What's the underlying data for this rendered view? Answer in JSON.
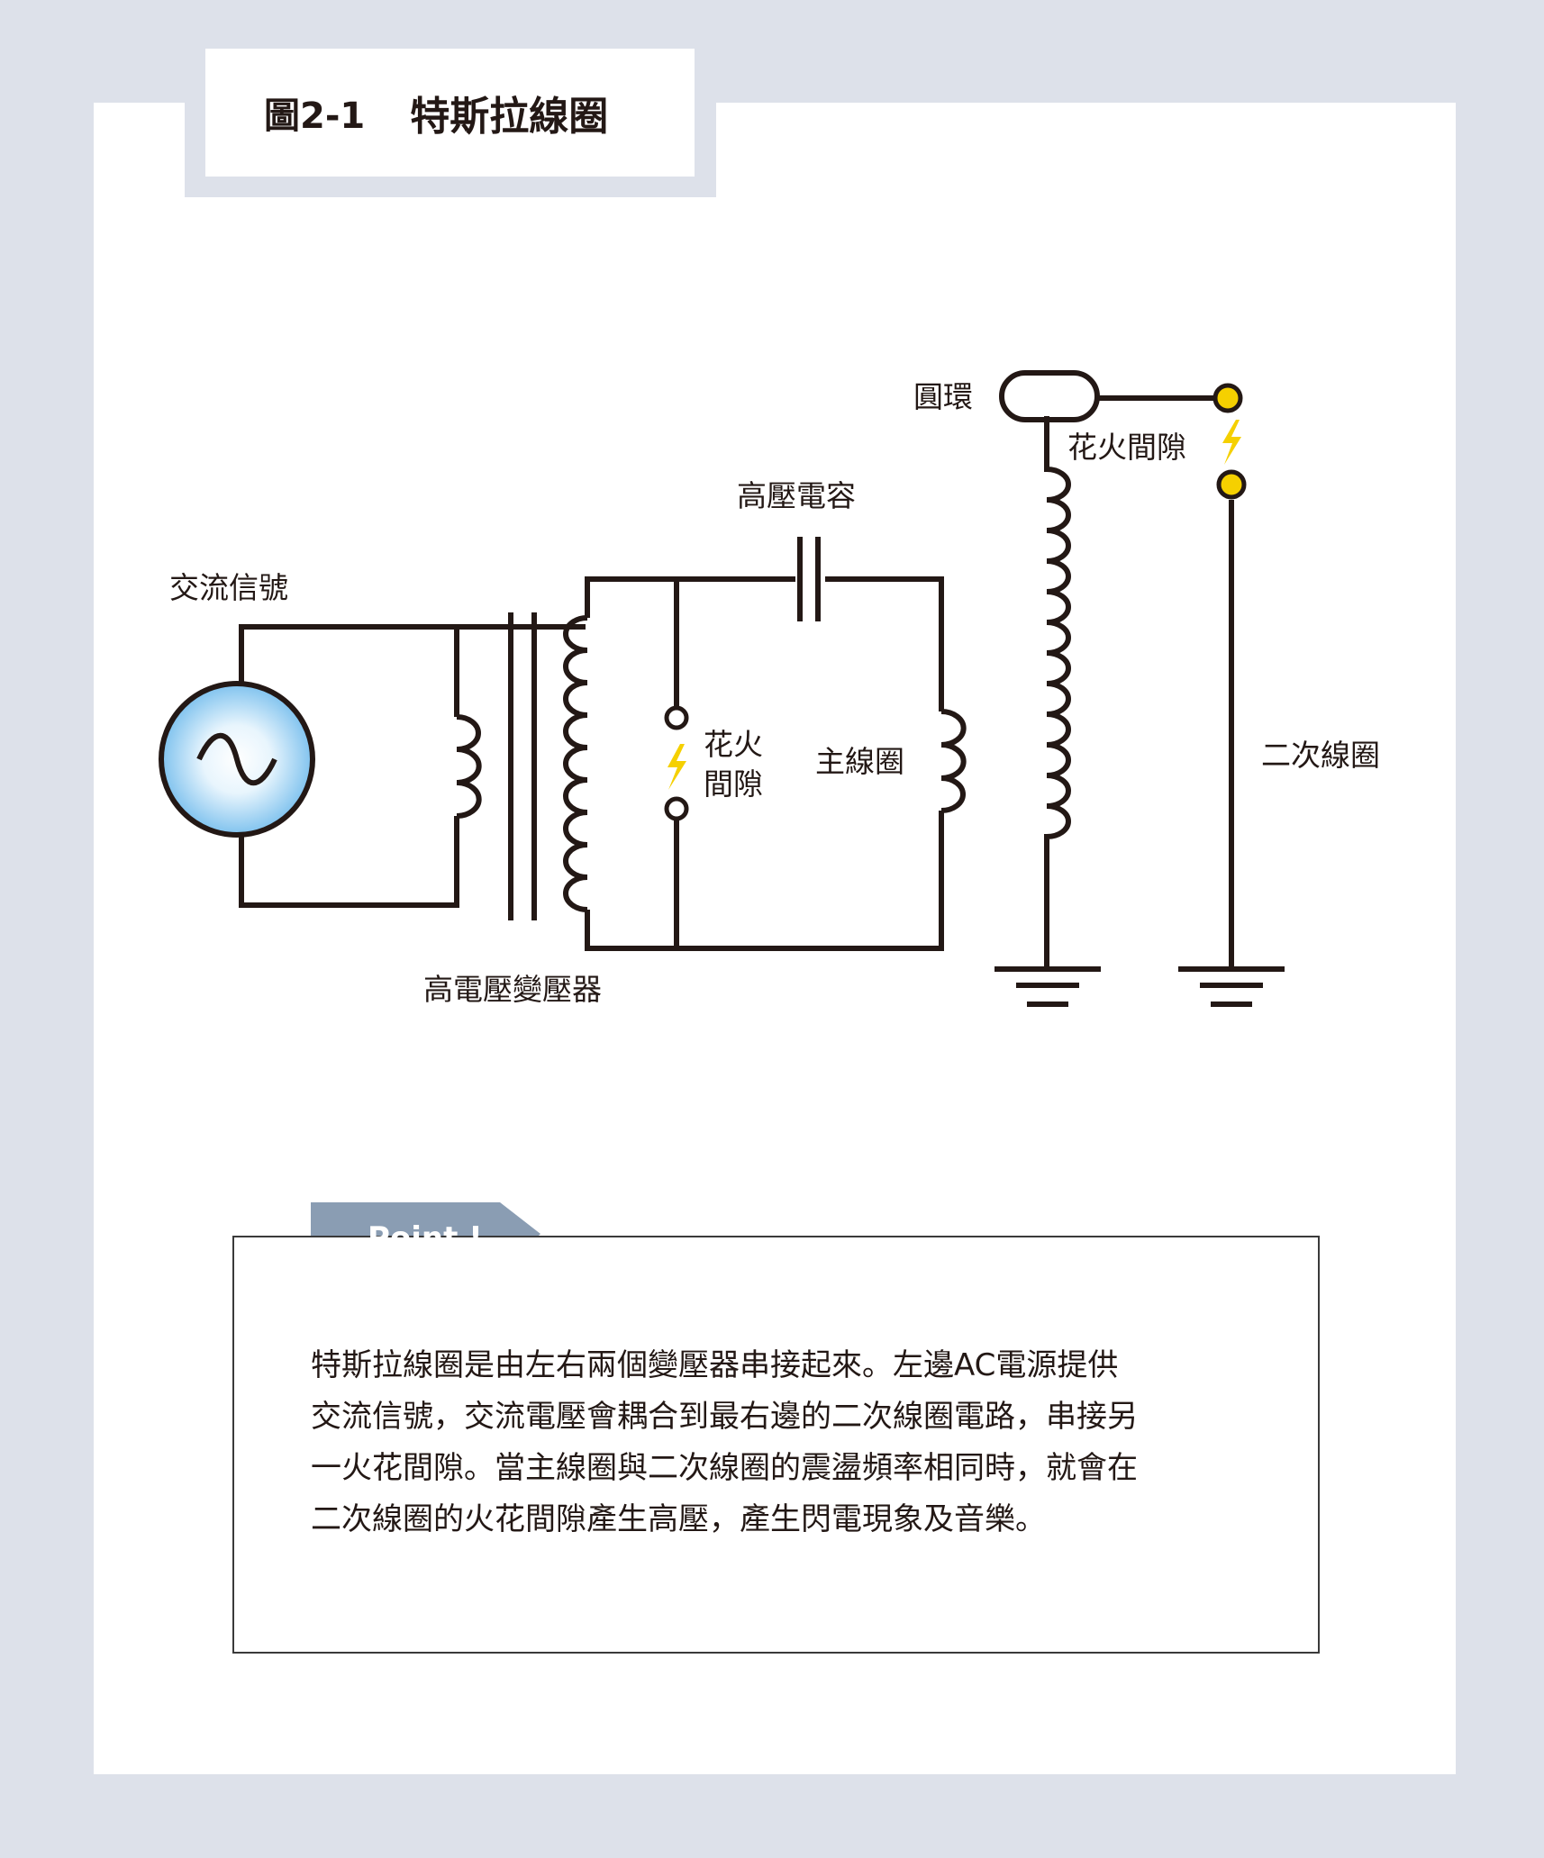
{
  "figure": {
    "number": "圖2-1",
    "title": "特斯拉線圈"
  },
  "labels": {
    "ac_signal": "交流信號",
    "hv_transformer": "高電壓變壓器",
    "hv_capacitor": "高壓電容",
    "spark_gap_line1": "花火",
    "spark_gap_line2": "間隙",
    "primary_coil": "主線圈",
    "toroid": "圓環",
    "top_spark_gap": "花火間隙",
    "secondary_coil": "二次線圈"
  },
  "point": {
    "tag": "Point !",
    "lines": [
      "特斯拉線圈是由左右兩個變壓器串接起來。左邊AC電源提供",
      "交流信號，交流電壓會耦合到最右邊的二次線圈電路，串接另",
      "一火花間隙。當主線圈與二次線圈的震盪頻率相同時，就會在",
      "二次線圈的火花間隙產生高壓，產生閃電現象及音樂。"
    ]
  },
  "colors": {
    "background": "#dde1ea",
    "wire": "#231815",
    "spark": "#f5d000",
    "tag": "#8a9db3",
    "source_glow": "#8cc8f0"
  }
}
